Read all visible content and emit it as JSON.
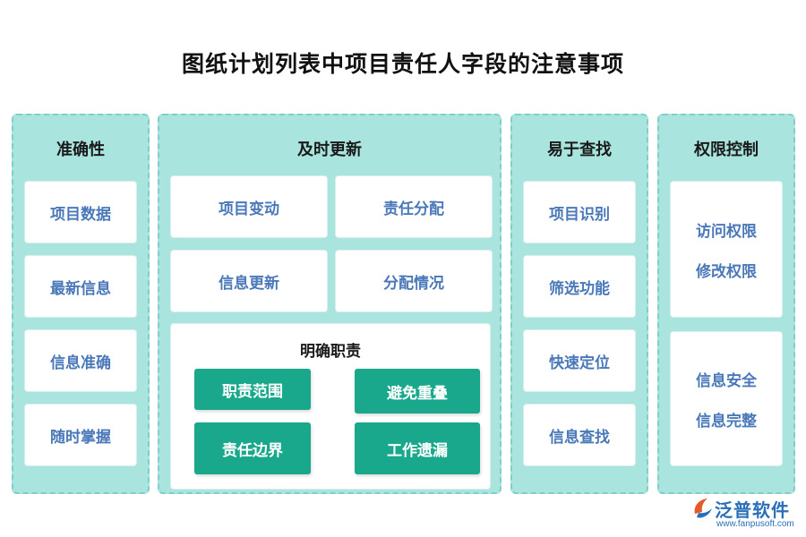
{
  "title": "图纸计划列表中项目责任人字段的注意事项",
  "columns": {
    "accuracy": {
      "header": "准确性",
      "items": [
        "项目数据",
        "最新信息",
        "信息准确",
        "随时掌握"
      ]
    },
    "timely": {
      "header": "及时更新",
      "items": [
        "项目变动",
        "责任分配",
        "信息更新",
        "分配情况"
      ],
      "sub": {
        "header": "明确职责",
        "chips": [
          "职责范围",
          "避免重叠",
          "责任边界",
          "工作遗漏"
        ]
      }
    },
    "findable": {
      "header": "易于查找",
      "items": [
        "项目识别",
        "筛选功能",
        "快速定位",
        "信息查找"
      ]
    },
    "permission": {
      "header": "权限控制",
      "groups": [
        [
          "访问权限",
          "修改权限"
        ],
        [
          "信息安全",
          "信息完整"
        ]
      ]
    }
  },
  "logo": {
    "name": "泛普软件",
    "url": "www.fanpusoft.com"
  },
  "colors": {
    "panel": "#a9e4df",
    "chip": "#1aa88c",
    "card_text": "#4a78b8"
  }
}
